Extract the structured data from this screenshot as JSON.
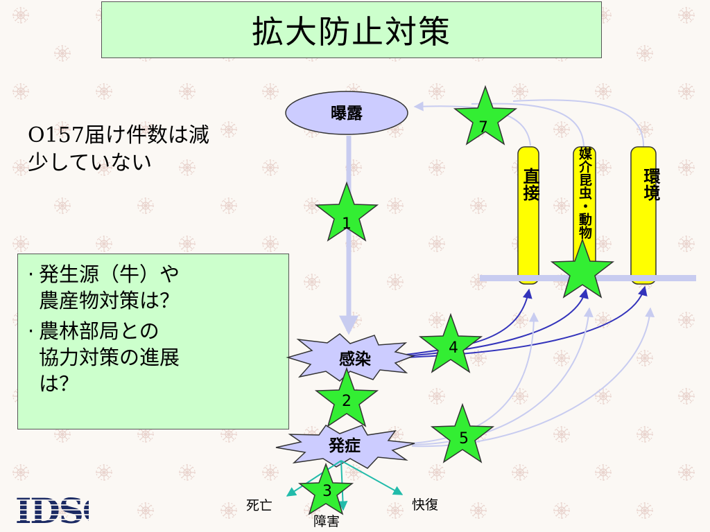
{
  "title": "拡大防止対策",
  "note": {
    "line1": "O157届け件数は減",
    "line2": "少していない"
  },
  "issues": [
    {
      "line1": "発生源（牛）や",
      "line2": "農産物対策は？"
    },
    {
      "line1": "農林部局との",
      "line2": "協力対策の進展",
      "line3": "は？"
    }
  ],
  "diagram": {
    "exposure": "曝露",
    "infection": "感染",
    "onset": "発症",
    "routes": [
      "直接",
      "媒介昆虫・動物",
      "環境"
    ],
    "outcomes": {
      "death": "死亡",
      "disability": "障害",
      "recovery": "快復"
    },
    "stars": [
      "1",
      "2",
      "3",
      "4",
      "5",
      "7"
    ]
  },
  "colors": {
    "title_bg": "#ccffcc",
    "star_fill": "#33ee33",
    "pillar_fill": "#ffff00",
    "node_fill": "#ccccff",
    "arrow_dark": "#3333bb",
    "arrow_light": "#c8ccf0",
    "outcome_arrow": "#22bbaa"
  },
  "logo": {
    "text": "IDSC"
  }
}
